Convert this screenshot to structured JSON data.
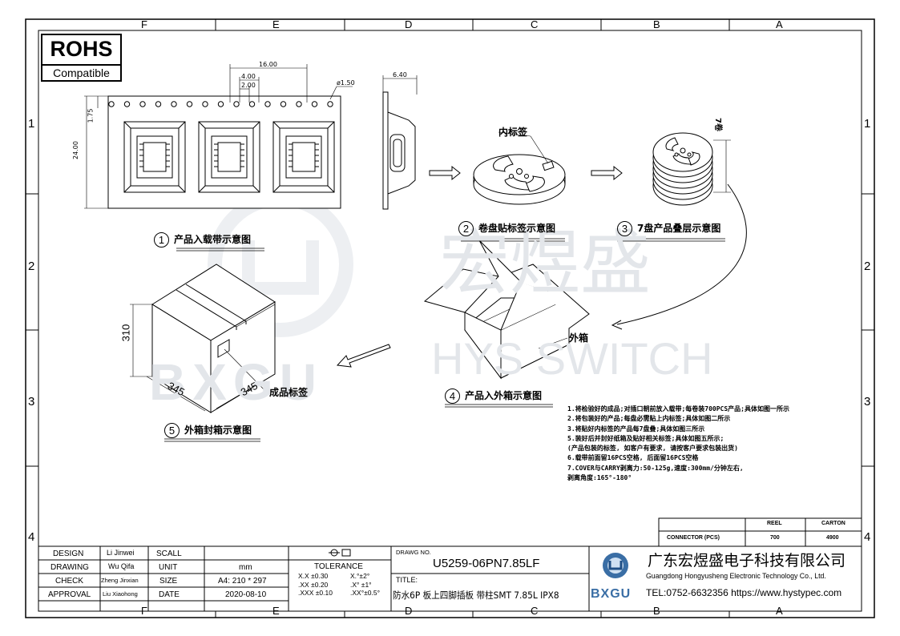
{
  "zones_top": [
    "F",
    "E",
    "D",
    "C",
    "B",
    "A"
  ],
  "zones_bottom": [
    "F",
    "E",
    "D",
    "C",
    "B",
    "A"
  ],
  "zones_side": [
    "1",
    "2",
    "3",
    "4"
  ],
  "rohs": {
    "main": "ROHS",
    "sub": "Compatible"
  },
  "watermark": {
    "chinese": "宏煜盛",
    "english": "HYS SWITCH",
    "logo": "BXGU"
  },
  "tape": {
    "dim_pitch": "16.00",
    "dim_hole_pitch": "4.00",
    "dim_hole_offset": "2.00",
    "dim_hole_dia": "ø1.50",
    "dim_width": "24.00",
    "dim_edge": "1.75",
    "dim_depth": "6.40"
  },
  "labels": {
    "inner_label": "内标签",
    "seven_reel": "7卷",
    "outer_carton": "外箱",
    "product_label": "成品标签"
  },
  "captions": [
    {
      "num": "1",
      "text": "产品入载带示意图"
    },
    {
      "num": "2",
      "text": "卷盘贴标签示意图"
    },
    {
      "num": "3",
      "text": "7盘产品叠层示意图"
    },
    {
      "num": "4",
      "text": "产品入外箱示意图"
    },
    {
      "num": "5",
      "text": "外箱封箱示意图"
    }
  ],
  "box_dims": {
    "height": "310",
    "width": "345",
    "depth": "345"
  },
  "notes": [
    "1.将检验好的成品;对插口朝前放入载带;每卷装700PCS产品;具体如图一所示",
    "2.将包装好的产品;每盘必需贴上内标签;具体如图二所示",
    "3.将贴好内标签的产品每7盘叠;具体如图三所示",
    "5.装好后并封好纸箱及贴好相关标签;具体如图五所示;",
    "  (产品包装的标签, 如客户有要求, 请按客户要求包装出货)",
    "6.载带前面留16PCS空格, 后面留16PCS空格",
    "7.COVER与CARRY剥离力:50-125g,速度:300mm/分钟左右,",
    "  剥离角度:165°-180°"
  ],
  "pack_table": {
    "headers": [
      "",
      "REEL",
      "CARTON"
    ],
    "row_label": "CONNECTOR (PCS)",
    "reel": "700",
    "carton": "4900"
  },
  "title_block": {
    "design_label": "DESIGN",
    "design_name": "Li Jinwei",
    "drawing_label": "DRAWING",
    "drawing_name": "Wu Qifa",
    "check_label": "CHECK",
    "check_name": "Zheng Jinxian",
    "approval_label": "APPROVAL",
    "approval_name": "Liu Xiaohong",
    "scall_label": "SCALL",
    "unit_label": "UNIT",
    "unit_value": "mm",
    "size_label": "SIZE",
    "size_value": "A4: 210 * 297",
    "date_label": "DATE",
    "date_value": "2020-08-10",
    "tolerance_label": "TOLERANCE",
    "tol_rows": [
      {
        "k": "X.X  ±0.30",
        "a": "X.°±2°"
      },
      {
        "k": ".XX  ±0.20",
        "a": ".X° ±1°"
      },
      {
        "k": ".XXX ±0.10",
        "a": ".XX°±0.5°"
      }
    ],
    "drawing_no_label": "DRAWG NO.",
    "drawing_no": "U5259-06PN7.85LF",
    "title_label": "TITLE:",
    "title": "防水6P 板上四脚插板 带柱SMT 7.85L IPX8",
    "company_cn": "广东宏煜盛电子科技有限公司",
    "company_en": "Guangdong Hongyusheng Electronic Technology Co., Ltd.",
    "contact": "TEL:0752-6632356  https://www.hystypec.com",
    "logo_text": "BXGU"
  },
  "colors": {
    "line": "#000000",
    "watermark": "#dfe3e8",
    "logo_blue": "#3a6ea5"
  }
}
